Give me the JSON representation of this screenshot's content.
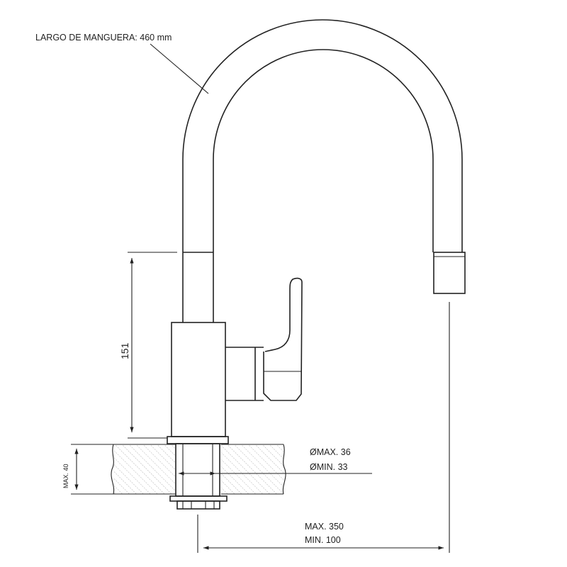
{
  "labels": {
    "hose_length": "LARGO DE MANGUERA: 460 mm",
    "height_dim": "151",
    "counter_thickness": "MAX. 40",
    "hole_max": "ØMAX. 36",
    "hole_min": "ØMIN. 33",
    "reach_max": "MAX. 350",
    "reach_min": "MIN. 100"
  },
  "colors": {
    "line": "#222222",
    "hatch": "#9a9a9a",
    "background": "#ffffff"
  }
}
